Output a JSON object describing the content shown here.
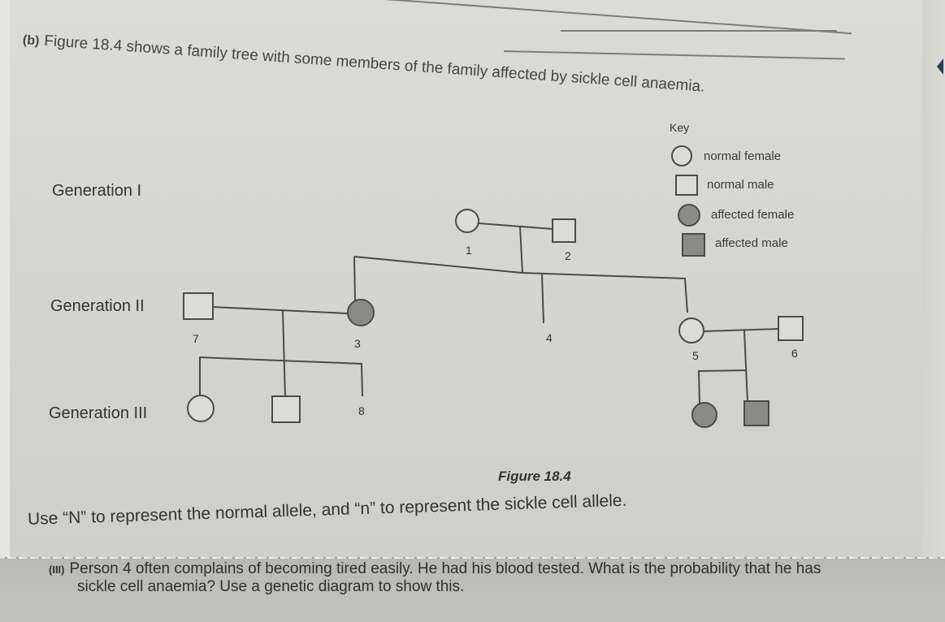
{
  "question_part": "(b)",
  "intro_text": "Figure 18.4 shows a family tree with some members of the family affected by sickle cell anaemia.",
  "generations": [
    "Generation I",
    "Generation II",
    "Generation III"
  ],
  "key": {
    "title": "Key",
    "items": [
      {
        "symbol": "circle-outline",
        "label": "normal female"
      },
      {
        "symbol": "square-outline",
        "label": "normal male"
      },
      {
        "symbol": "circle-filled",
        "label": "affected female"
      },
      {
        "symbol": "square-filled",
        "label": "affected male"
      }
    ]
  },
  "pedigree": {
    "individuals": [
      {
        "id": "1",
        "label": "1",
        "sex": "female",
        "affected": false,
        "generation": "I"
      },
      {
        "id": "2",
        "label": "2",
        "sex": "male",
        "affected": false,
        "generation": "I"
      },
      {
        "id": "3",
        "label": "3",
        "sex": "female",
        "affected": true,
        "generation": "II"
      },
      {
        "id": "4",
        "label": "4",
        "sex": "unknown",
        "affected": null,
        "generation": "II"
      },
      {
        "id": "5",
        "label": "5",
        "sex": "female",
        "affected": false,
        "generation": "II"
      },
      {
        "id": "6",
        "label": "6",
        "sex": "male",
        "affected": false,
        "generation": "II"
      },
      {
        "id": "7",
        "label": "7",
        "sex": "male",
        "affected": false,
        "generation": "II"
      },
      {
        "id": "8",
        "label": "8",
        "sex": "unknown",
        "affected": null,
        "generation": "III"
      },
      {
        "id": "III-a",
        "label": "",
        "sex": "female",
        "affected": false,
        "generation": "III"
      },
      {
        "id": "III-b",
        "label": "",
        "sex": "male",
        "affected": false,
        "generation": "III"
      },
      {
        "id": "III-c",
        "label": "",
        "sex": "female",
        "affected": true,
        "generation": "III"
      },
      {
        "id": "III-d",
        "label": "",
        "sex": "male",
        "affected": true,
        "generation": "III"
      }
    ],
    "colors": {
      "affected_fill": "#8a8a86",
      "line": "#4a4a48"
    }
  },
  "figure_caption": "Figure 18.4",
  "instruction": "Use “N” to represent the normal allele, and “n” to represent the sickle cell allele.",
  "question": {
    "number": "(III)",
    "line1": "Person 4 often complains of becoming tired easily. He had his blood tested. What is the probability that he has",
    "line2": "sickle cell anaemia? Use a genetic diagram to show this."
  }
}
